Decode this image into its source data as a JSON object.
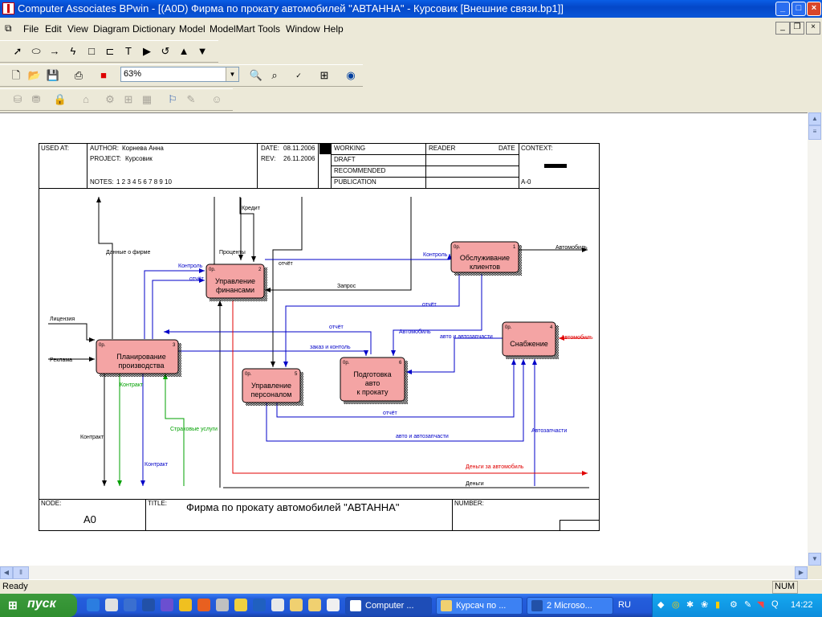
{
  "window": {
    "title": "Computer Associates BPwin - [(A0D) Фирма по прокату автомобилей \"АВТАННА\" - Курсовик  [Внешние связи.bp1]]",
    "min": "_",
    "max": "□",
    "close": "×"
  },
  "menu": [
    "File",
    "Edit",
    "View",
    "Diagram",
    "Dictionary",
    "Model",
    "ModelMart",
    "Tools",
    "Window",
    "Help"
  ],
  "toolbar": {
    "zoom_value": "63%"
  },
  "status": {
    "ready": "Ready",
    "num": "NUM"
  },
  "taskbar": {
    "start_label": "пуск",
    "tasks": [
      "Computer ...",
      "Курсач по ...",
      "2 Microso..."
    ],
    "lang": "RU",
    "clock": "14:22"
  },
  "frame": {
    "used_at": "USED AT:",
    "author_label": "AUTHOR:",
    "author": "Корнева Анна",
    "project_label": "PROJECT:",
    "project": "Курсовик",
    "notes_label": "NOTES:",
    "notes": "1 2 3 4 5 6 7 8 9 10",
    "date_label": "DATE:",
    "date": "08.11.2006",
    "rev_label": "REV:",
    "rev": "26.11.2006",
    "working": "WORKING",
    "draft": "DRAFT",
    "recommended": "RECOMMENDED",
    "publication": "PUBLICATION",
    "reader": "READER",
    "date2": "DATE",
    "context": "CONTEXT:",
    "context_id": "A-0",
    "node_label": "NODE:",
    "node": "A0",
    "title_label": "TITLE:",
    "title": "Фирма по прокату автомобилей \"АВТАННА\"",
    "number_label": "NUMBER:"
  },
  "boxes": [
    {
      "id": "1",
      "label1": "Обслуживание",
      "label2": "клиентов",
      "op": "0р."
    },
    {
      "id": "2",
      "label1": "Управление",
      "label2": "финансами",
      "op": "0р."
    },
    {
      "id": "3",
      "label1": "Планирование",
      "label2": "производства",
      "op": "0р."
    },
    {
      "id": "4",
      "label1": "",
      "label2": "Снабжение",
      "op": "0р."
    },
    {
      "id": "5",
      "label1": "Управление",
      "label2": "персоналом",
      "op": "0р."
    },
    {
      "id": "6",
      "label1": "Подготовка",
      "label2": "авто",
      "label3": "к прокату",
      "op": "0р."
    }
  ],
  "arrows": {
    "kredit": "Кредит",
    "dannye": "Данные о фирме",
    "procenty": "Проценты",
    "kontrol1": "Контроль",
    "otchet1": "отчёт",
    "otchet2": "отчёт",
    "zapros": "Запрос",
    "kontrol2": "Контроль",
    "avtomobil1": "Автомобиль",
    "otchet3": "отчёт",
    "licenziya": "Лицензия",
    "reklama": "Реклама",
    "otchet4": "отчёт",
    "zakaz": "заказ и контоль",
    "avtomobil2": "Автомобиль",
    "avto_zap1": "авто и автозапчасти",
    "avtomobil3": "Автомобиль",
    "kontrakt1": "Контракт",
    "kontrakt2": "Контракт",
    "kontrakt3": "Контракт",
    "strah": "Страховые услуги",
    "otchet5": "отчёт",
    "avto_zap2": "авто и автозапчасти",
    "avtozap": "Автозапчасти",
    "dengi_avto": "Деньги за автомобиль",
    "dengi": "Деньги"
  },
  "colors": {
    "box_fill": "#f4a4a4",
    "blue": "#0000c8",
    "green": "#00a000",
    "red": "#e00000"
  }
}
